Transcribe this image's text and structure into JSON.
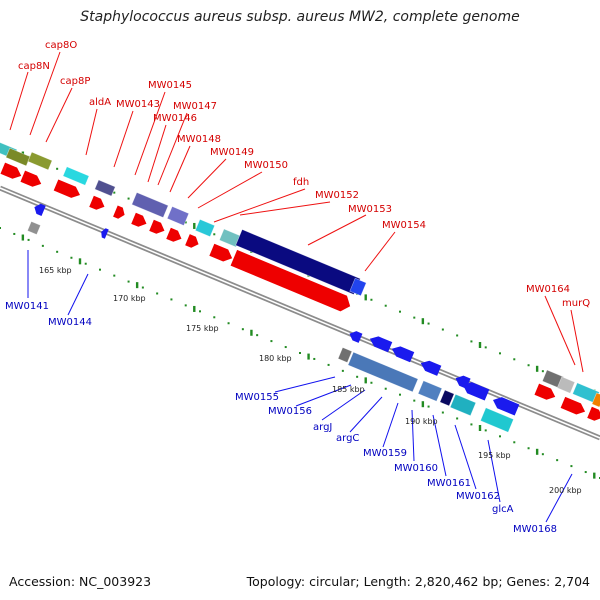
{
  "title": "Staphylococcus aureus subsp. aureus MW2, complete genome",
  "footer": {
    "accession": "Accession: NC_003923",
    "topology": "Topology: circular; Length: 2,820,462 bp; Genes: 2,704"
  },
  "colors": {
    "forward_arrow": "#ee0000",
    "reverse_arrow": "#1a1aee",
    "label_top": "#d40000",
    "label_bottom": "#0000c0",
    "backbone": "#8c8c8c",
    "kbp_tick": "#228b22"
  },
  "top_labels": [
    "cap8O",
    "cap8N",
    "cap8P",
    "aldA",
    "MW0143",
    "MW0145",
    "MW0147",
    "MW0146",
    "MW0148",
    "MW0149",
    "MW0150",
    "fdh",
    "MW0152",
    "MW0153",
    "MW0154",
    "MW0164",
    "murQ"
  ],
  "bottom_labels": [
    "MW0141",
    "MW0144",
    "MW0155",
    "MW0156",
    "argJ",
    "argC",
    "MW0159",
    "MW0160",
    "MW0161",
    "MW0162",
    "glcA",
    "MW0168"
  ],
  "kbp_labels": [
    "165 kbp",
    "170 kbp",
    "175 kbp",
    "180 kbp",
    "185 kbp",
    "190 kbp",
    "195 kbp",
    "200 kbp"
  ]
}
